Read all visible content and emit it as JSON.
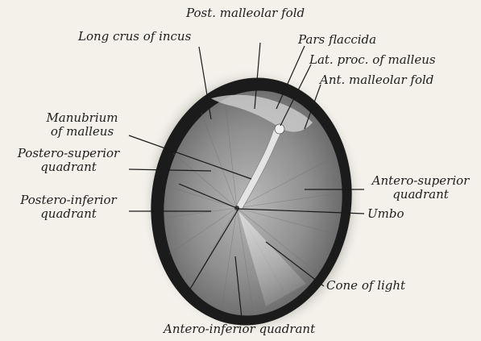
{
  "labels": {
    "post_malleolar_fold": "Post. malleolar fold",
    "long_crus_of_incus": "Long crus of incus",
    "pars_flaccida": "Pars flaccida",
    "lat_proc_of_malleus": "Lat. proc. of malleus",
    "ant_malleolar_fold": "Ant. malleolar fold",
    "manubrium_line1": "Manubrium",
    "manubrium_line2": "of malleus",
    "postero_superior_line1": "Postero-superior",
    "postero_superior_line2": "quadrant",
    "postero_inferior_line1": "Postero-inferior",
    "postero_inferior_line2": "quadrant",
    "antero_superior_line1": "Antero-superior",
    "antero_superior_line2": "quadrant",
    "umbo": "Umbo",
    "cone_of_light": "Cone of light",
    "antero_inferior_quadrant": "Antero-inferior quadrant"
  },
  "colors": {
    "background": "#f3f1ea",
    "canal_ring": "#1b1b1b",
    "membrane": "#8e8e8e",
    "label_text": "#1d1d1d"
  }
}
